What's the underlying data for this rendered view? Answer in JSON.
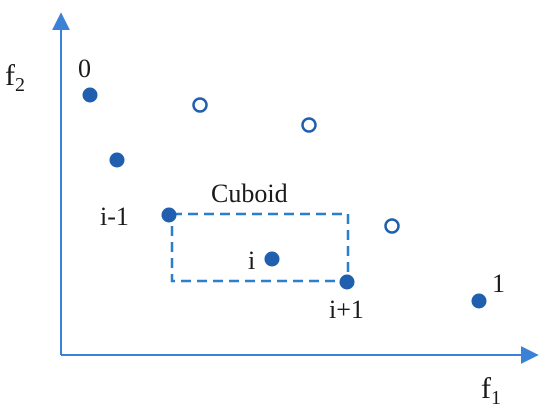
{
  "colors": {
    "axis": "#3b82d6",
    "point": "#1f5fae",
    "cuboid": "#2a7fcf",
    "text": "#1a1a1a"
  },
  "axes": {
    "x_label": "f",
    "x_sub": "1",
    "y_label": "f",
    "y_sub": "2"
  },
  "cuboid_label": "Cuboid",
  "point_labels": {
    "p0": "0",
    "pim1": "i-1",
    "pi": "i",
    "pip1": "i+1",
    "p1": "1"
  }
}
